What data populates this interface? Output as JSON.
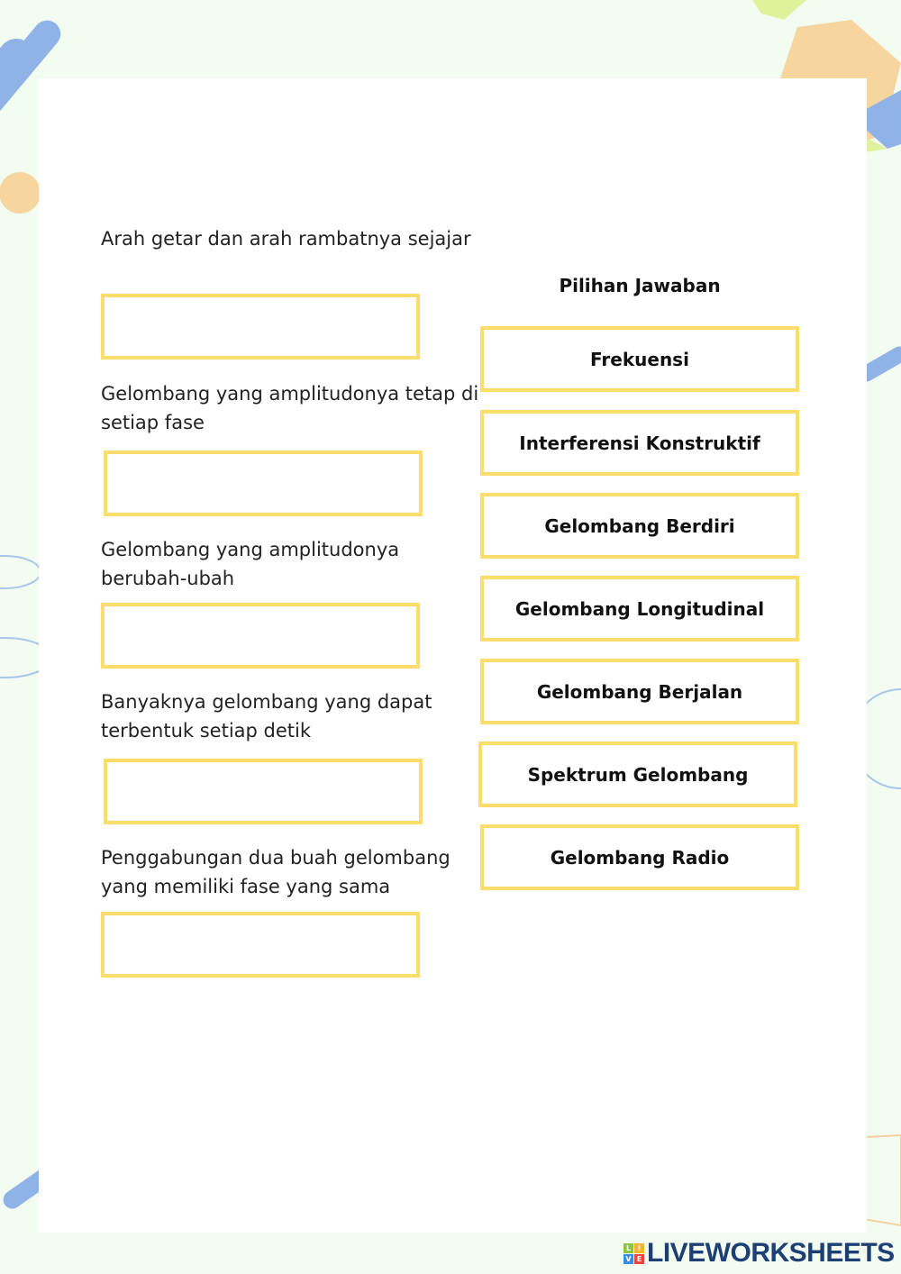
{
  "questions": [
    {
      "text": "Arah getar dan arah rambatnya sejajar"
    },
    {
      "text": "Gelombang yang amplitudonya tetap di setiap fase"
    },
    {
      "text": "Gelombang yang amplitudonya berubah-ubah"
    },
    {
      "text": "Banyaknya gelombang yang dapat terbentuk setiap detik"
    },
    {
      "text": "Penggabungan dua buah gelombang yang memiliki fase yang sama"
    }
  ],
  "answers_title": "Pilihan Jawaban",
  "answers": [
    "Frekuensi",
    "Interferensi Konstruktif",
    "Gelombang Berdiri",
    "Gelombang Longitudinal",
    "Gelombang Berjalan",
    "Spektrum Gelombang",
    "Gelombang Radio"
  ],
  "logo": {
    "text": "LIVEWORKSHEETS",
    "letters": [
      "L",
      "I",
      "V",
      "E"
    ]
  },
  "colors": {
    "border": "#fbdd6b",
    "background": "#f3fcf1",
    "brand": "#1d3f73"
  }
}
